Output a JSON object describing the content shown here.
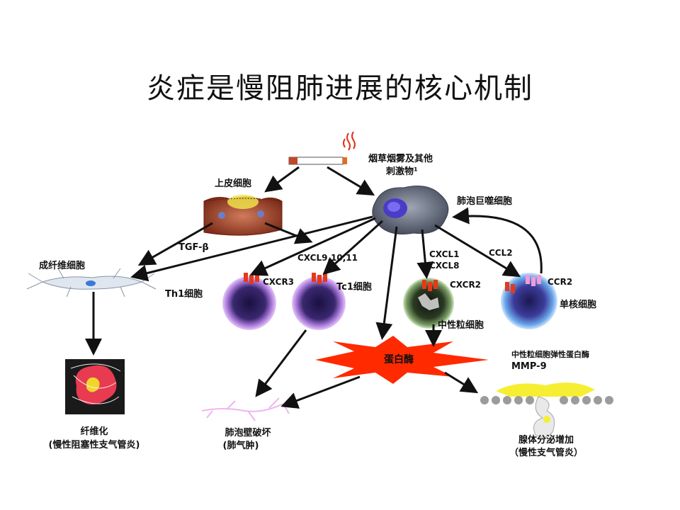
{
  "title": "炎症是慢阻肺进展的核心机制",
  "labels": {
    "smoke_line1": "烟草烟雾及其他",
    "smoke_line2": "刺激物¹",
    "epithelial": "上皮细胞",
    "macrophage": "肺泡巨噬细胞",
    "tgf": "TGF-β",
    "fibroblast": "成纤维细胞",
    "cxcl9": "CXCL9,10,11",
    "cxcl1_line1": "CXCL1",
    "cxcl1_line2": "CXCL8",
    "ccl2": "CCL2",
    "cxcr3": "CXCR3",
    "th1": "Th1细胞",
    "tc1": "Tc1细胞",
    "cxcr2": "CXCR2",
    "ccr2": "CCR2",
    "monocyte": "单核细胞",
    "neutrophil": "中性粒细胞",
    "protease": "蛋白酶",
    "elastase_line1": "中性粒细胞弹性蛋白酶",
    "elastase_line2": "MMP-9",
    "fibrosis_line1": "纤维化",
    "fibrosis_line2": "(慢性阻塞性支气管炎)",
    "alveolar_line1": "肺泡壁破坏",
    "alveolar_line2": "(肺气肿)",
    "mucus_line1": "腺体分泌增加",
    "mucus_line2": "（慢性支气管炎）"
  },
  "colors": {
    "arrow": "#111111",
    "receptor_red": "#e43a1a",
    "receptor_pink": "#f39ad8",
    "protease_burst": "#ff2a00",
    "cell_purple": "#8a4bc6",
    "cell_blue": "#4f8ed8",
    "cell_green": "#2f5a2a"
  }
}
